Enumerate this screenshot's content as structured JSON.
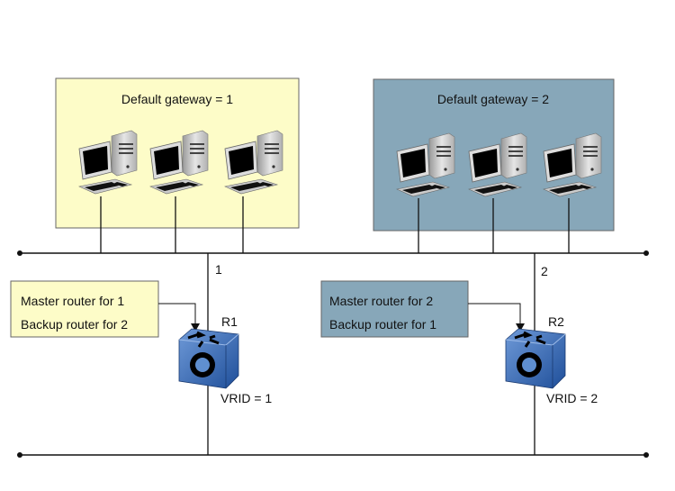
{
  "groups": [
    {
      "title": "Default gateway = 1",
      "fill": "#fdfcc8"
    },
    {
      "title": "Default gateway = 2",
      "fill": "#87a7b9"
    }
  ],
  "routers": [
    {
      "name": "R1",
      "link_label": "1",
      "vrid": "VRID = 1",
      "role_lines": [
        "Master router for 1",
        "Backup router for 2"
      ],
      "role_fill": "#fdfcc8"
    },
    {
      "name": "R2",
      "link_label": "2",
      "vrid": "VRID = 2",
      "role_lines": [
        "Master router for 2",
        "Backup router for 1"
      ],
      "role_fill": "#87a7b9"
    }
  ],
  "icons": {
    "host": "desktop-computer-icon",
    "router": "router-cube-icon"
  },
  "colors": {
    "line": "#111111",
    "router_blue": "#3f6fb8"
  }
}
